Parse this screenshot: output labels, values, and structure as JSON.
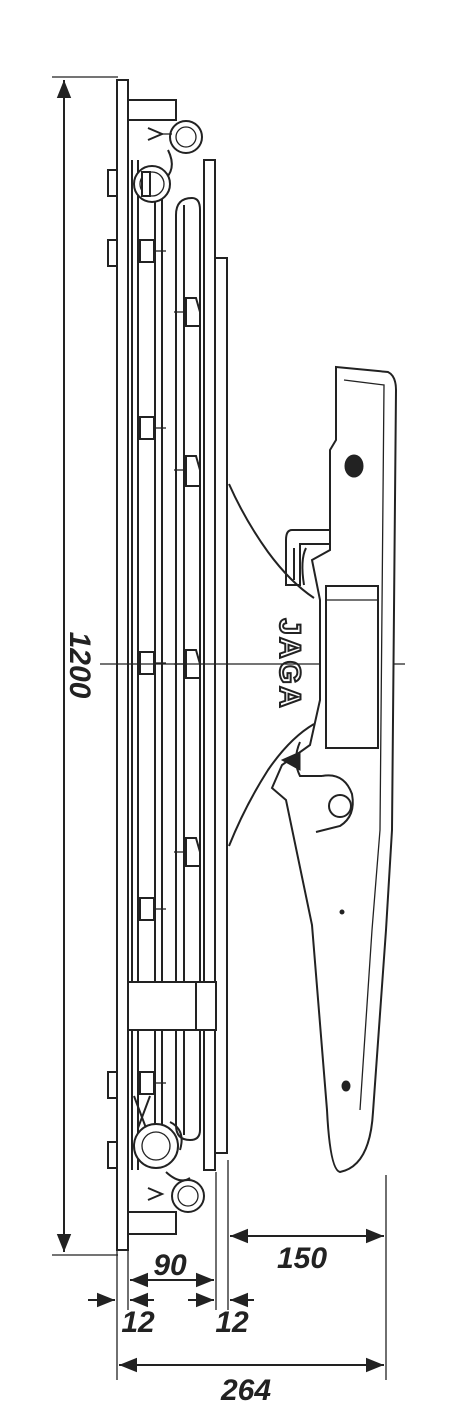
{
  "dimensions": {
    "height": "1200",
    "depth_90": "90",
    "bracket_150": "150",
    "gap_left": "12",
    "gap_right": "12",
    "total_depth": "264"
  },
  "logo": {
    "text": "JAGA"
  },
  "colors": {
    "line": "#222222",
    "background": "#ffffff"
  }
}
